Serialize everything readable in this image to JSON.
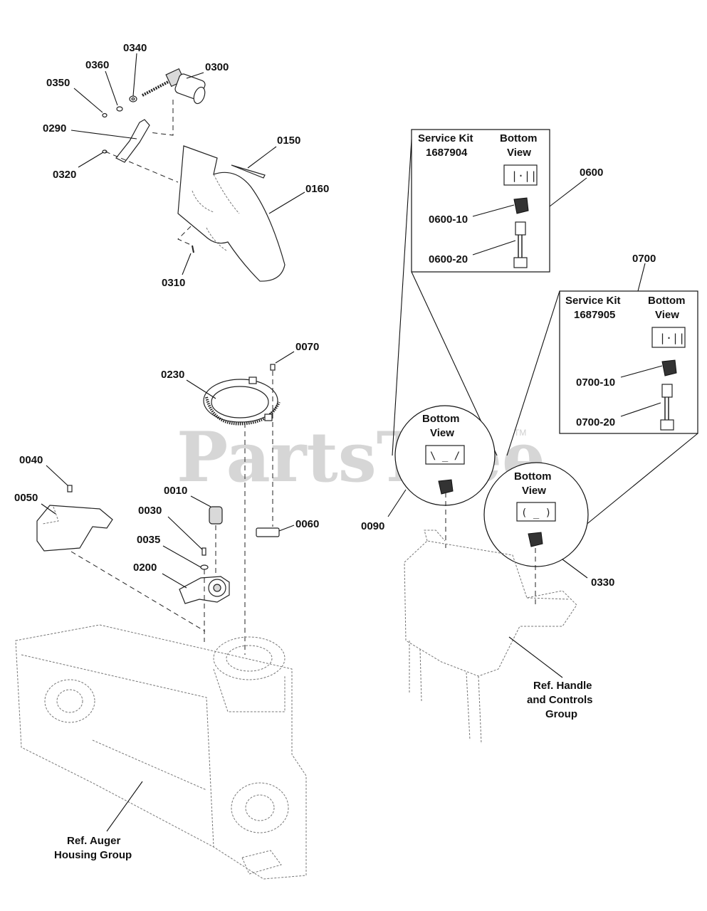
{
  "watermark": {
    "text": "PartsTree",
    "trademark": "TM"
  },
  "callouts": {
    "c0340": "0340",
    "c0360": "0360",
    "c0350": "0350",
    "c0300": "0300",
    "c0290": "0290",
    "c0320": "0320",
    "c0150": "0150",
    "c0160": "0160",
    "c0310": "0310",
    "c0070": "0070",
    "c0230": "0230",
    "c0040": "0040",
    "c0050": "0050",
    "c0010": "0010",
    "c0030": "0030",
    "c0035": "0035",
    "c0200": "0200",
    "c0060": "0060",
    "c0600": "0600",
    "c0700": "0700",
    "c0090": "0090",
    "c0330": "0330"
  },
  "kit_0600": {
    "title_line1": "Service Kit",
    "title_line2": "1687904",
    "view_line1": "Bottom",
    "view_line2": "View",
    "item1": "0600-10",
    "item2": "0600-20"
  },
  "kit_0700": {
    "title_line1": "Service Kit",
    "title_line2": "1687905",
    "view_line1": "Bottom",
    "view_line2": "View",
    "item1": "0700-10",
    "item2": "0700-20"
  },
  "detail_0090": {
    "line1": "Bottom",
    "line2": "View"
  },
  "detail_0330": {
    "line1": "Bottom",
    "line2": "View"
  },
  "references": {
    "handle_line1": "Ref. Handle",
    "handle_line2": "and Controls",
    "handle_line3": "Group",
    "auger_line1": "Ref. Auger",
    "auger_line2": "Housing Group"
  }
}
